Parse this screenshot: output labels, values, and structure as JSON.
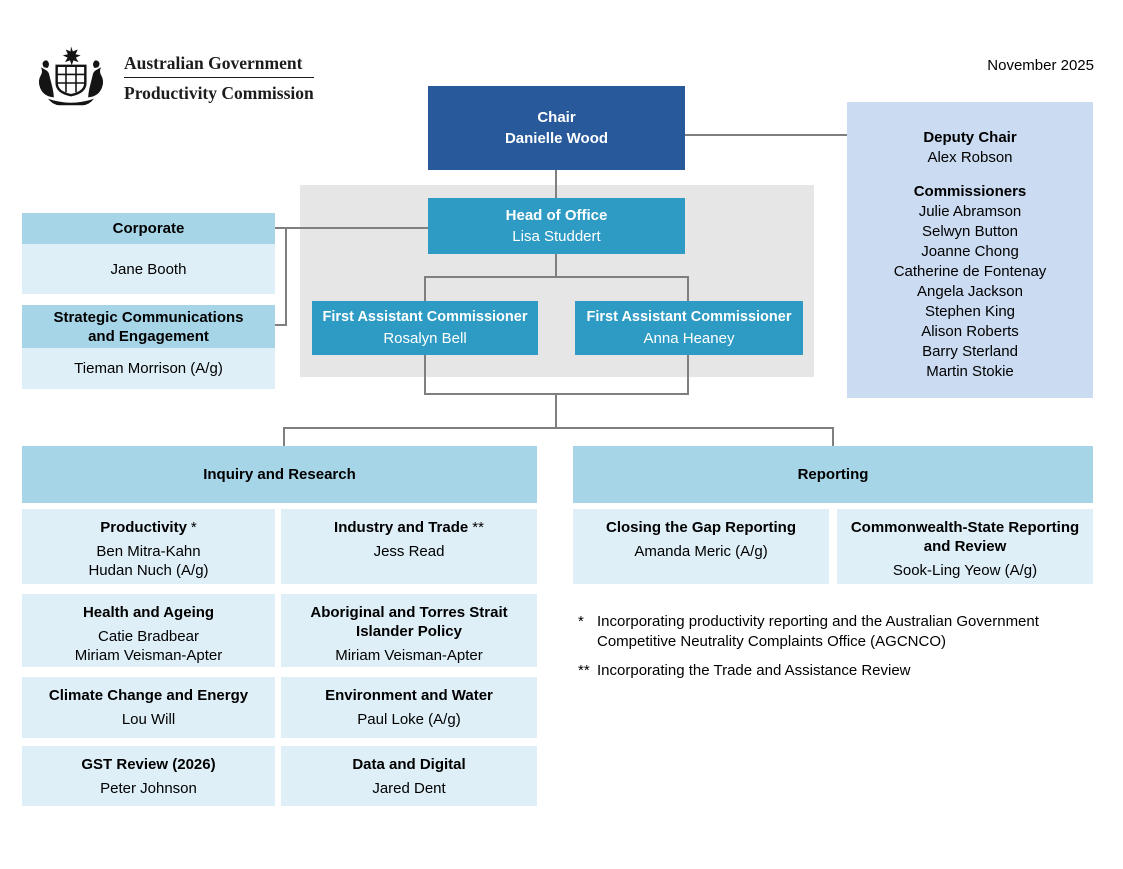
{
  "page": {
    "date": "November 2025"
  },
  "logo": {
    "icon": "australian-coat-of-arms-icon",
    "line1": "Australian Government",
    "line2": "Productivity Commission"
  },
  "chair": {
    "title": "Chair",
    "name": "Danielle Wood"
  },
  "deputy_panel": {
    "deputy_title": "Deputy Chair",
    "deputy_name": "Alex Robson",
    "commissioners_title": "Commissioners",
    "commissioners": [
      "Julie Abramson",
      "Selwyn Button",
      "Joanne Chong",
      "Catherine de Fontenay",
      "Angela Jackson",
      "Stephen King",
      "Alison Roberts",
      "Barry Sterland",
      "Martin Stokie"
    ]
  },
  "head_of_office": {
    "title": "Head of Office",
    "name": "Lisa Studdert"
  },
  "fac1": {
    "title": "First Assistant Commissioner",
    "name": "Rosalyn Bell"
  },
  "fac2": {
    "title": "First Assistant Commissioner",
    "name": "Anna Heaney"
  },
  "corporate": {
    "title": "Corporate",
    "name": "Jane Booth"
  },
  "strategic": {
    "title": "Strategic Communications and Engagement",
    "name": "Tieman Morrison (A/g)"
  },
  "inquiry": {
    "title": "Inquiry and Research",
    "branches": [
      {
        "title": "Productivity",
        "marker": "*",
        "names": [
          "Ben Mitra-Kahn",
          "Hudan Nuch (A/g)"
        ]
      },
      {
        "title": "Industry and Trade",
        "marker": "**",
        "names": [
          "Jess Read"
        ]
      },
      {
        "title": "Health and Ageing",
        "names": [
          "Catie Bradbear",
          "Miriam Veisman-Apter"
        ]
      },
      {
        "title": "Aboriginal and Torres Strait Islander Policy",
        "names": [
          "Miriam Veisman-Apter"
        ]
      },
      {
        "title": "Climate Change and Energy",
        "names": [
          "Lou Will"
        ]
      },
      {
        "title": "Environment and Water",
        "names": [
          "Paul Loke (A/g)"
        ]
      },
      {
        "title": "GST Review (2026)",
        "names": [
          "Peter Johnson"
        ]
      },
      {
        "title": "Data and Digital",
        "names": [
          "Jared Dent"
        ]
      }
    ]
  },
  "reporting": {
    "title": "Reporting",
    "branches": [
      {
        "title": "Closing the Gap Reporting",
        "names": [
          "Amanda Meric (A/g)"
        ]
      },
      {
        "title": "Commonwealth-State Reporting and Review",
        "names": [
          "Sook-Ling Yeow (A/g)"
        ]
      }
    ]
  },
  "footnotes": [
    {
      "marker": "*",
      "text": "Incorporating productivity reporting and the Australian Government Competitive Neutrality Complaints Office (AGCNCO)"
    },
    {
      "marker": "**",
      "text": "Incorporating the Trade and Assistance Review"
    }
  ],
  "colors": {
    "chair_blue": "#27599B",
    "teal": "#2E9BC4",
    "section_header_blue": "#A6D5E8",
    "branch_blue": "#DEEFF7",
    "deputy_panel_blue": "#CBDCF2",
    "panel_grey": "#E6E6E6",
    "connector_grey": "#7F7F7F"
  }
}
